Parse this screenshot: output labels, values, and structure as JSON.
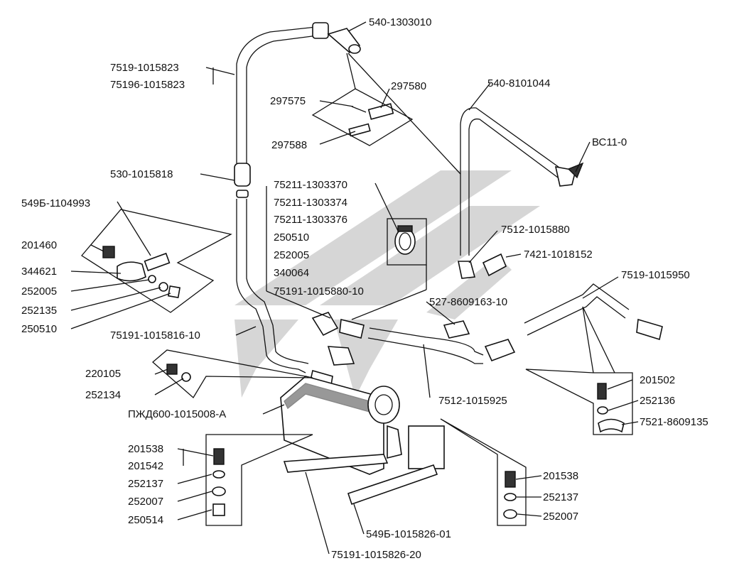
{
  "labels": {
    "top": "540-1303010",
    "left_top_a": "7519-1015823",
    "left_top_b": "75196-1015823",
    "p297575": "297575",
    "p297580": "297580",
    "p297588": "297588",
    "right_top": "540-8101044",
    "bc": "ВС11-0",
    "p530": "530-1015818",
    "mid_a": "75211-1303370",
    "mid_b": "75211-1303374",
    "mid_c": "75211-1303376",
    "mid_d": "250510",
    "mid_e": "252005",
    "mid_f": "340064",
    "p549b": "549Б-1104993",
    "p201460": "201460",
    "p344621": "344621",
    "p252005": "252005",
    "p252135": "252135",
    "p250510": "250510",
    "p75191_880": "75191-1015880-10",
    "p75191_816": "75191-1015816-10",
    "p7512_880": "7512-1015880",
    "p7421": "7421-1018152",
    "p7519_950": "7519-1015950",
    "p527": "527-8609163-10",
    "p220105": "220105",
    "p252134": "252134",
    "pzhd": "ПЖД600-1015008-А",
    "p7512_925": "7512-1015925",
    "p201502": "201502",
    "p252136": "252136",
    "p7521": "7521-8609135",
    "bl_201538": "201538",
    "bl_201542": "201542",
    "bl_252137": "252137",
    "bl_252007": "252007",
    "bl_250514": "250514",
    "br_201538": "201538",
    "br_252137": "252137",
    "br_252007": "252007",
    "bracket": "549Б-1015826-01",
    "bottom": "75191-1015826-20"
  }
}
